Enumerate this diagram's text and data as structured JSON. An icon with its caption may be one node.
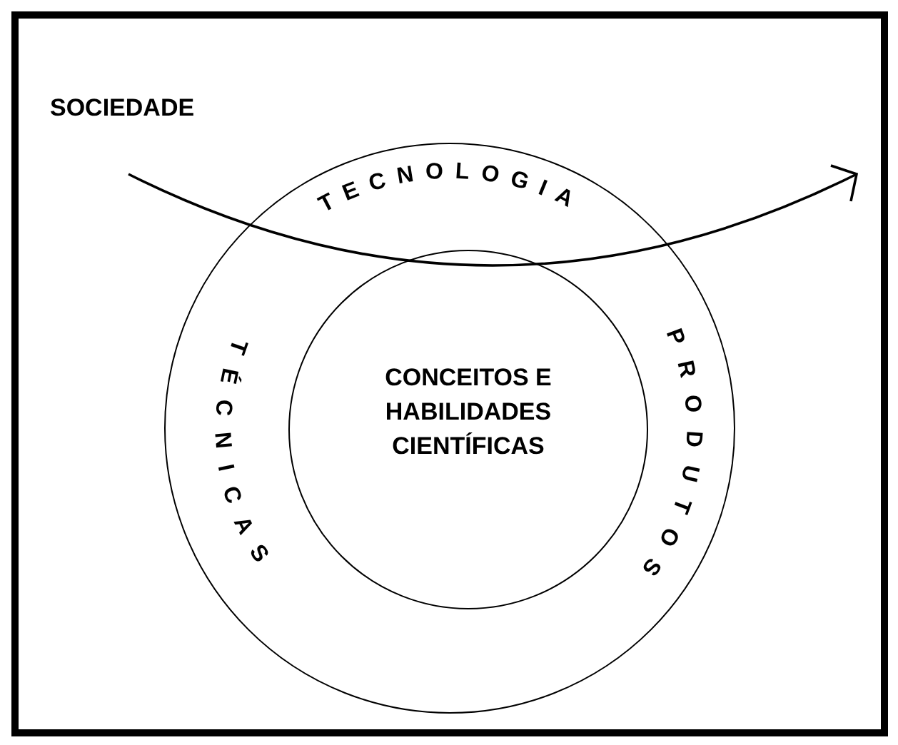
{
  "diagram": {
    "nodes": [
      {
        "text": [
          "SOCIEDADE"
        ]
      },
      {
        "text": [
          "TECNOLOGIA",
          "TÉCNICAS",
          "PRODUTOS"
        ],
        "in": 0
      },
      {
        "text": [
          "CONCEITOS E HABILIDADES CIENTÍFICAS"
        ],
        "in": 1
      }
    ],
    "edges": []
  }
}
